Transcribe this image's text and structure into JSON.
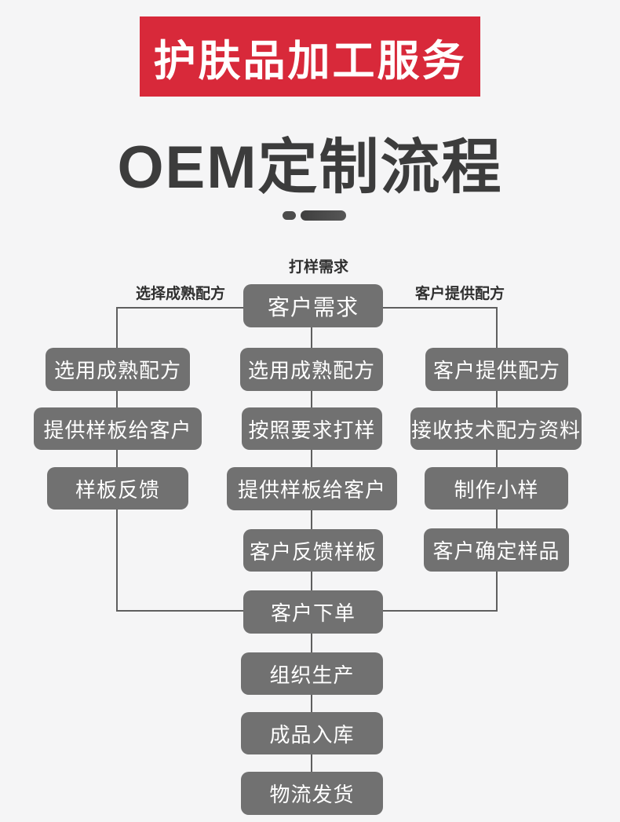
{
  "header": {
    "banner": "护肤品加工服务",
    "title": "OEM定制流程"
  },
  "colors": {
    "banner_bg": "#d8293a",
    "box_bg": "#717171",
    "line": "#5f5f5f",
    "background": "#f5f5f6",
    "title_text": "#3c3c3c"
  },
  "flow": {
    "top_label": "打样需求",
    "left_branch_label": "选择成熟配方",
    "right_branch_label": "客户提供配方",
    "root": "客户需求",
    "left_column": [
      "选用成熟配方",
      "提供样板给客户",
      "样板反馈"
    ],
    "center_column": [
      "选用成熟配方",
      "按照要求打样",
      "提供样板给客户",
      "客户反馈样板"
    ],
    "right_column": [
      "客户提供配方",
      "接收技术配方资料",
      "制作小样",
      "客户确定样品"
    ],
    "merge_steps": [
      "客户下单",
      "组织生产",
      "成品入库",
      "物流发货"
    ]
  }
}
